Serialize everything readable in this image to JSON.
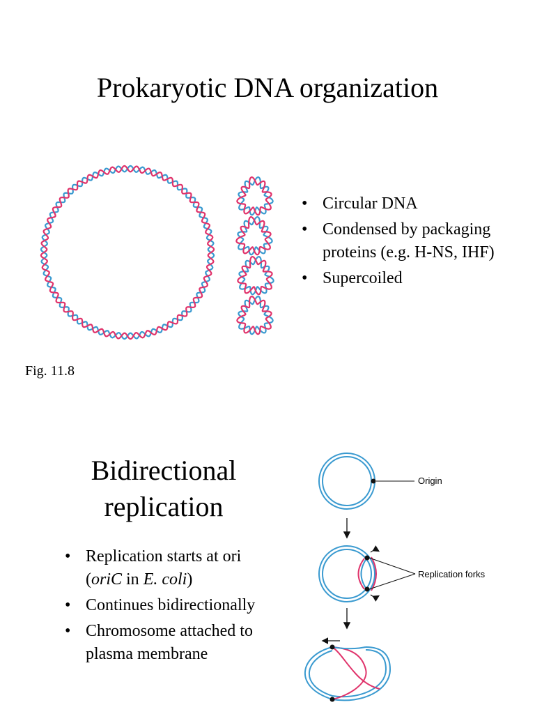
{
  "slide1": {
    "title": "Prokaryotic DNA organization",
    "bullets": [
      "Circular DNA",
      "Condensed by packaging proteins (e.g. H-NS, IHF)",
      "Supercoiled"
    ],
    "caption": "Fig. 11.8",
    "colors": {
      "strand_a": "#e0336b",
      "strand_b": "#3a9ad0"
    }
  },
  "slide2": {
    "title": "Bidirectional replication",
    "bullets": [
      {
        "pre": "Replication starts at ori (",
        "it1": "oriC",
        "mid": " in ",
        "it2": "E. coli",
        "post": ")"
      },
      "Continues bidirectionally",
      "Chromosome attached to plasma membrane"
    ],
    "labels": {
      "origin": "Origin",
      "forks": "Replication forks"
    }
  }
}
